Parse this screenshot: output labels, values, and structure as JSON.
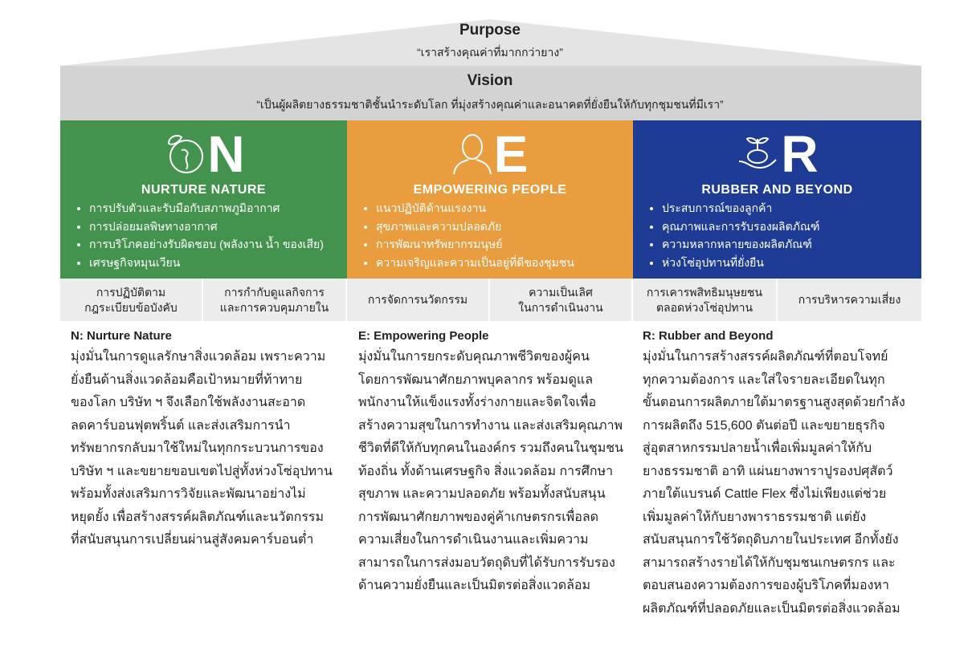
{
  "purpose": {
    "title": "Purpose",
    "quote": "“เราสร้างคุณค่าที่มากกว่ายาง”"
  },
  "vision": {
    "title": "Vision",
    "quote": "“เป็นผู้ผลิตยางธรรมชาติชั้นนำระดับโลก ที่มุ่งสร้างคุณค่าและอนาคตที่ยั่งยืนให้กับทุกชุมชนที่มีเรา”"
  },
  "colors": {
    "green": "#43924d",
    "orange": "#e99d3e",
    "blue": "#1e3c96",
    "roof": "#e4e4e4",
    "vision_band": "#d3d3d3"
  },
  "pillars": [
    {
      "letter": "N",
      "icon": "globe-leaf-icon",
      "name": "NURTURE NATURE",
      "items": [
        "การปรับตัวและรับมือกับสภาพภูมิอากาศ",
        "การปล่อยมลพิษทางอากาศ",
        "การบริโภคอย่างรับผิดชอบ (พลังงาน น้ำ ของเสีย)",
        "เศรษฐกิจหมุนเวียน"
      ]
    },
    {
      "letter": "E",
      "icon": "person-icon",
      "name": "EMPOWERING PEOPLE",
      "items": [
        "แนวปฏิบัติด้านแรงงาน",
        "สุขภาพและความปลอดภัย",
        "การพัฒนาทรัพยากรมนุษย์",
        "ความเจริญและความเป็นอยู่ที่ดีของชุมชน"
      ]
    },
    {
      "letter": "R",
      "icon": "hand-plant-icon",
      "name": "RUBBER AND BEYOND",
      "items": [
        "ประสบการณ์ของลูกค้า",
        "คุณภาพและการรับรองผลิตภัณฑ์",
        "ความหลากหลายของผลิตภัณฑ์",
        "ห่วงโซ่อุปทานที่ยั่งยืน"
      ]
    }
  ],
  "foundations": [
    [
      "การปฏิบัติตาม",
      "กฎระเบียบข้อบังคับ"
    ],
    [
      "การกำกับดูแลกิจการ",
      "และการควบคุมภายใน"
    ],
    [
      "การจัดการนวัตกรรม"
    ],
    [
      "ความเป็นเลิศ",
      "ในการดำเนินงาน"
    ],
    [
      "การเคารพสิทธิมนุษยชน",
      "ตลอดห่วงโซ่อุปทาน"
    ],
    [
      "การบริหารความเสี่ยง"
    ]
  ],
  "descriptions": [
    {
      "heading": "N: Nurture Nature",
      "lines": [
        "มุ่งมั่นในการดูแลรักษาสิ่งแวดล้อม เพราะความ",
        "ยั่งยืนด้านสิ่งแวดล้อมคือเป้าหมายที่ท้าทาย",
        "ของโลก บริษัท ฯ จึงเลือกใช้พลังงานสะอาด",
        "ลดคาร์บอนฟุตพริ้นต์ และส่งเสริมการนำ",
        "ทรัพยากรกลับมาใช้ใหม่ในทุกกระบวนการของ",
        "บริษัท ฯ และขยายขอบเขตไปสู่ทั้งห่วงโซ่อุปทาน",
        "พร้อมทั้งส่งเสริมการวิจัยและพัฒนาอย่างไม่",
        "หยุดยั้ง เพื่อสร้างสรรค์ผลิตภัณฑ์และนวัตกรรม",
        "ที่สนับสนุนการเปลี่ยนผ่านสู่สังคมคาร์บอนต่ำ"
      ]
    },
    {
      "heading": "E: Empowering People",
      "lines": [
        "มุ่งมั่นในการยกระดับคุณภาพชีวิตของผู้คน",
        "โดยการพัฒนาศักยภาพบุคลากร พร้อมดูแล",
        "พนักงานให้แข็งแรงทั้งร่างกายและจิตใจเพื่อ",
        "สร้างความสุขในการทำงาน และส่งเสริมคุณภาพ",
        "ชีวิตที่ดีให้กับทุกคนในองค์กร รวมถึงคนในชุมชน",
        "ท้องถิ่น ทั้งด้านเศรษฐกิจ สิ่งแวดล้อม การศึกษา",
        "สุขภาพ และความปลอดภัย พร้อมทั้งสนับสนุน",
        "การพัฒนาศักยภาพของคู่ค้าเกษตรกรเพื่อลด",
        "ความเสี่ยงในการดำเนินงานและเพิ่มความ",
        "สามารถในการส่งมอบวัตถุดิบที่ได้รับการรับรอง",
        "ด้านความยั่งยืนและเป็นมิตรต่อสิ่งแวดล้อม"
      ]
    },
    {
      "heading": "R: Rubber and Beyond",
      "lines": [
        "มุ่งมั่นในการสร้างสรรค์ผลิตภัณฑ์ที่ตอบโจทย์",
        "ทุกความต้องการ และใส่ใจรายละเอียดในทุก",
        "ขั้นตอนการผลิตภายใต้มาตรฐานสูงสุดด้วยกำลัง",
        "การผลิตถึง 515,600 ตันต่อปี และขยายธุรกิจ",
        "สู่อุตสาหกรรมปลายน้ำเพื่อเพิ่มมูลค่าให้กับ",
        "ยางธรรมชาติ อาทิ แผ่นยางพาราปูรองปศุสัตว์",
        "ภายใต้แบรนด์ Cattle Flex ซึ่งไม่เพียงแต่ช่วย",
        "เพิ่มมูลค่าให้กับยางพาราธรรมชาติ แต่ยัง",
        "สนับสนุนการใช้วัตถุดิบภายในประเทศ อีกทั้งยัง",
        "สามารถสร้างรายได้ให้กับชุมชนเกษตรกร และ",
        "ตอบสนองความต้องการของผู้บริโภคที่มองหา",
        "ผลิตภัณฑ์ที่ปลอดภัยและเป็นมิตรต่อสิ่งแวดล้อม"
      ]
    }
  ]
}
